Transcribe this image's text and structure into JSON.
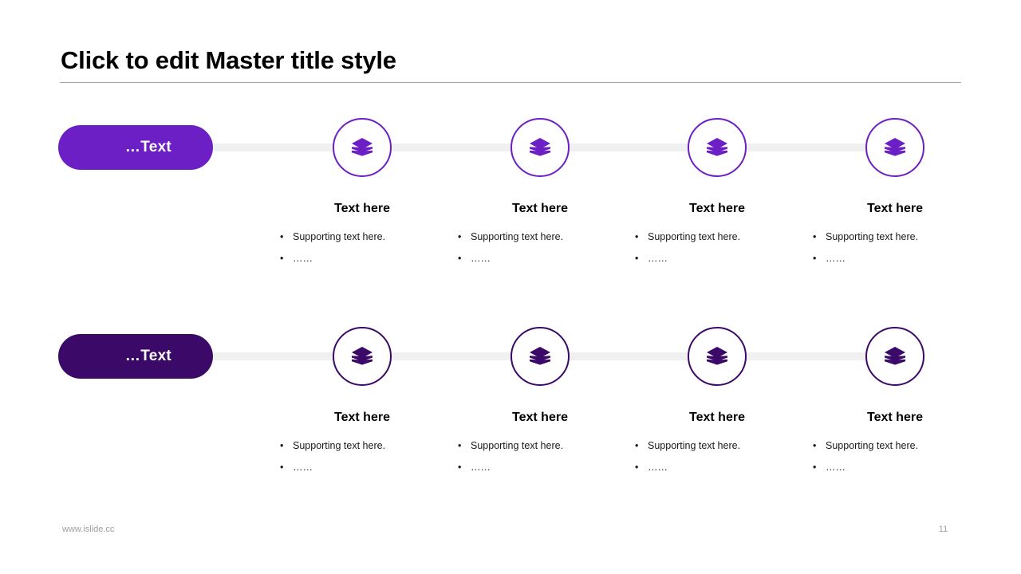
{
  "slide": {
    "title": "Click to edit Master title style",
    "footer_url": "www.islide.cc",
    "page_number": "11"
  },
  "colors": {
    "row1_accent": "#6B1FC4",
    "row2_accent": "#3B0968",
    "connector": "#F0F0F0",
    "title_rule": "#A6A6A6",
    "footer_text": "#A0A0A0"
  },
  "rows": [
    {
      "pill_label": "…Text",
      "accent": "#6B1FC4",
      "columns": [
        {
          "icon": "layers-icon",
          "title": "Text here",
          "bullets": [
            {
              "dot": "•",
              "text": "Supporting text here."
            },
            {
              "dot": "•",
              "text": "……"
            }
          ]
        },
        {
          "icon": "layers-icon",
          "title": "Text here",
          "bullets": [
            {
              "dot": "•",
              "text": "Supporting text here."
            },
            {
              "dot": "•",
              "text": "……"
            }
          ]
        },
        {
          "icon": "layers-icon",
          "title": "Text here",
          "bullets": [
            {
              "dot": "•",
              "text": "Supporting text here."
            },
            {
              "dot": "•",
              "text": "……"
            }
          ]
        },
        {
          "icon": "layers-icon",
          "title": "Text here",
          "bullets": [
            {
              "dot": "•",
              "text": "Supporting text here."
            },
            {
              "dot": "•",
              "text": "……"
            }
          ]
        }
      ]
    },
    {
      "pill_label": "…Text",
      "accent": "#3B0968",
      "columns": [
        {
          "icon": "layers-icon",
          "title": "Text here",
          "bullets": [
            {
              "dot": "•",
              "text": "Supporting text here."
            },
            {
              "dot": "•",
              "text": "……"
            }
          ]
        },
        {
          "icon": "layers-icon",
          "title": "Text here",
          "bullets": [
            {
              "dot": "•",
              "text": "Supporting text here."
            },
            {
              "dot": "•",
              "text": "……"
            }
          ]
        },
        {
          "icon": "layers-icon",
          "title": "Text here",
          "bullets": [
            {
              "dot": "•",
              "text": "Supporting text here."
            },
            {
              "dot": "•",
              "text": "……"
            }
          ]
        },
        {
          "icon": "layers-icon",
          "title": "Text here",
          "bullets": [
            {
              "dot": "•",
              "text": "Supporting text here."
            },
            {
              "dot": "•",
              "text": "……"
            }
          ]
        }
      ]
    }
  ],
  "layout": {
    "column_centers": [
      454,
      677,
      899,
      1122
    ]
  }
}
